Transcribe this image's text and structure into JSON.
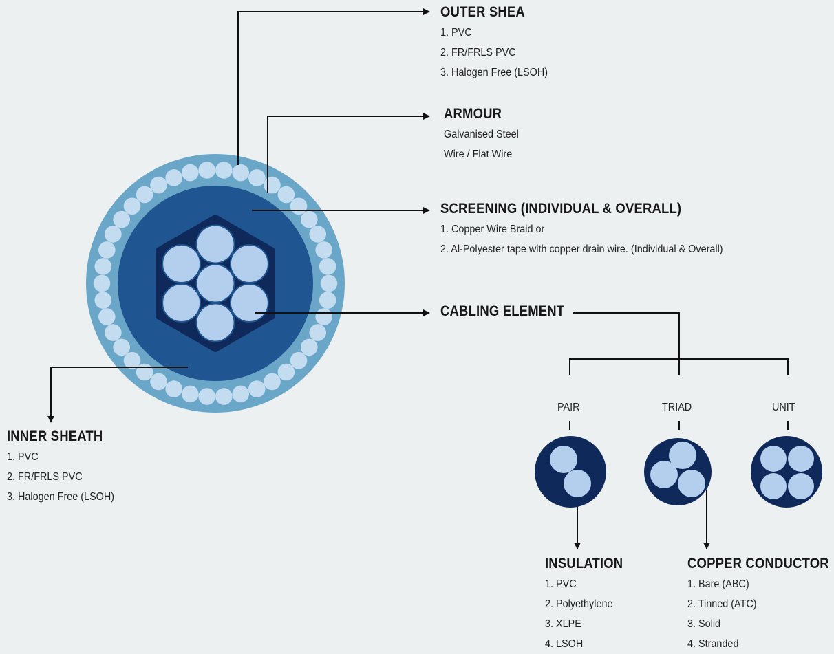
{
  "colors": {
    "background": "#edf0f1",
    "outer_sheath": "#6aa6c8",
    "armour_wire": "#c4dcef",
    "screen": "#1f5590",
    "inner_core": "#0f2a5a",
    "conductor": "#b4cfee",
    "line": "#111111"
  },
  "outer_sheath": {
    "title": "OUTER SHEA",
    "items": [
      "1. PVC",
      "2. FR/FRLS PVC",
      "3. Halogen Free (LSOH)"
    ]
  },
  "armour": {
    "title": "ARMOUR",
    "items": [
      "Galvanised Steel",
      "Wire / Flat Wire"
    ]
  },
  "screening": {
    "title": "SCREENING (INDIVIDUAL & OVERALL)",
    "items": [
      "1. Copper Wire Braid or",
      "2. Al-Polyester tape with copper drain wire. (Individual & Overall)"
    ]
  },
  "cabling_element": {
    "title": "CABLING ELEMENT",
    "types": [
      "PAIR",
      "TRIAD",
      "UNIT"
    ]
  },
  "inner_sheath": {
    "title": "INNER SHEATH",
    "items": [
      "1. PVC",
      "2. FR/FRLS PVC",
      "3. Halogen Free (LSOH)"
    ]
  },
  "insulation": {
    "title": "INSULATION",
    "items": [
      "1. PVC",
      "2. Polyethylene",
      "3. XLPE",
      "4. LSOH"
    ]
  },
  "copper_conductor": {
    "title": "COPPER CONDUCTOR",
    "items": [
      "1. Bare (ABC)",
      "2. Tinned (ATC)",
      "3. Solid",
      "4. Stranded"
    ]
  }
}
